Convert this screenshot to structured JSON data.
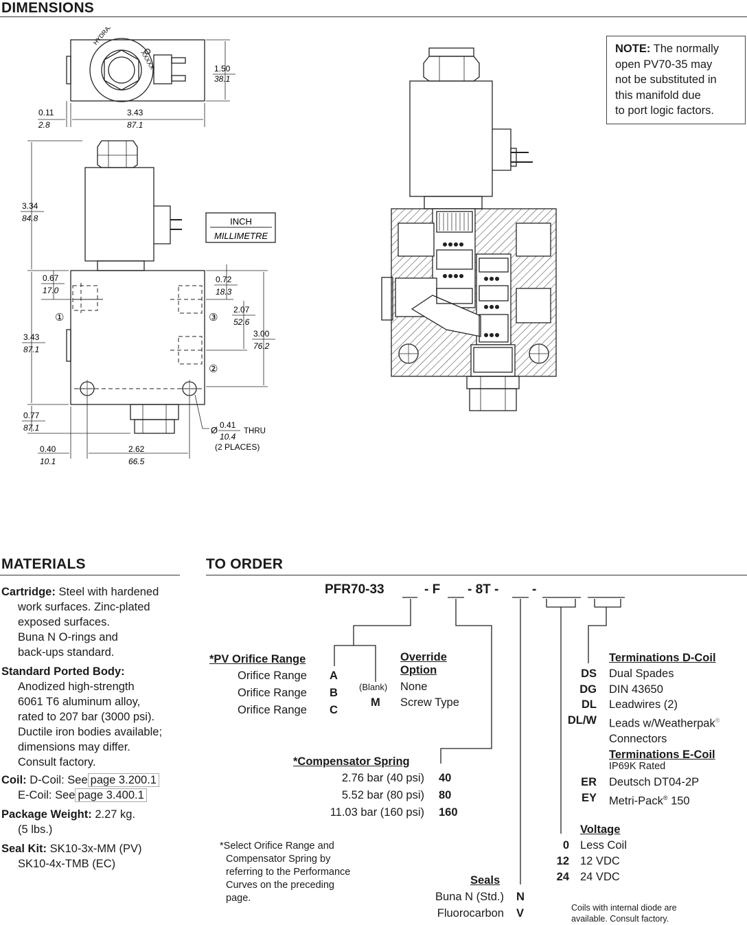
{
  "dimensions_heading": "DIMENSIONS",
  "note": {
    "label": "NOTE:",
    "text_lines": [
      "The normally",
      "open PV70-35 may",
      "not be substituted in",
      "this manifold due",
      "to port logic factors."
    ]
  },
  "drawing": {
    "brand": "HYDRAFORCE",
    "marking": "XXXXX",
    "unit_inch": "INCH",
    "unit_mm": "MILLIMETRE",
    "dims": {
      "top_height": [
        "1.50",
        "38.1"
      ],
      "top_offset": [
        "0.11",
        "2.8"
      ],
      "top_width": [
        "3.43",
        "87.1"
      ],
      "coil_height": [
        "3.34",
        "84.8"
      ],
      "port1_y": [
        "0.67",
        "17.0"
      ],
      "port3_y": [
        "0.72",
        "18.3"
      ],
      "port3_to_2": [
        "2.07",
        "52.6"
      ],
      "port_span": [
        "3.00",
        "76.2"
      ],
      "body_height": [
        "3.43",
        "87.1"
      ],
      "nut_height": [
        "0.77",
        "87.1"
      ],
      "hole_offset": [
        "0.40",
        "10.1"
      ],
      "hole_span": [
        "2.62",
        "66.5"
      ],
      "hole_dia": [
        "0.41",
        "10.4"
      ],
      "hole_prefix": "Ø",
      "thru": "THRU",
      "places": "(2 PLACES)"
    },
    "ports": [
      "①",
      "③",
      "②"
    ]
  },
  "materials": {
    "heading": "MATERIALS",
    "cartridge_label": "Cartridge:",
    "cartridge_lines": [
      "Steel with hardened",
      "work surfaces. Zinc-plated",
      "exposed surfaces.",
      "Buna N O-rings and",
      "back-ups standard."
    ],
    "body_label": "Standard Ported Body:",
    "body_lines": [
      "Anodized high-strength",
      "6061 T6 aluminum alloy,",
      "rated to 207 bar (3000 psi).",
      "Ductile iron bodies available;",
      "dimensions may differ.",
      "Consult factory."
    ],
    "coil_label": "Coil:",
    "coil_d_text": "D-Coil: See",
    "coil_d_link": "page 3.200.1",
    "coil_e_text": "E-Coil: See",
    "coil_e_link": "page 3.400.1",
    "weight_label": "Package Weight:",
    "weight_lines": [
      "2.27 kg.",
      "(5 lbs.)"
    ],
    "seal_label": "Seal Kit:",
    "seal_lines": [
      "SK10-3x-MM  (PV)",
      "SK10-4x-TMB  (EC)"
    ]
  },
  "order": {
    "heading": "TO ORDER",
    "model_prefix": "PFR70-33",
    "model_f": "- F",
    "model_8t": "- 8T -",
    "model_dash": "-",
    "orifice": {
      "title": "*PV Orifice Range",
      "items": [
        {
          "label": "Orifice Range",
          "code": "A"
        },
        {
          "label": "Orifice Range",
          "code": "B"
        },
        {
          "label": "Orifice Range",
          "code": "C"
        }
      ]
    },
    "override": {
      "title_lines": [
        "Override",
        "Option"
      ],
      "items": [
        {
          "code": "(Blank)",
          "label": "None"
        },
        {
          "code": "M",
          "label": "Screw Type"
        }
      ]
    },
    "compensator": {
      "title": "*Compensator Spring",
      "items": [
        {
          "label": "2.76 bar (40 psi)",
          "code": "40"
        },
        {
          "label": "5.52 bar (80 psi)",
          "code": "80"
        },
        {
          "label": "11.03 bar (160 psi)",
          "code": "160"
        }
      ]
    },
    "footnote_lines": [
      "*Select Orifice Range and",
      "Compensator Spring by",
      "referring to the Performance",
      "Curves on the preceding",
      "page."
    ],
    "seals": {
      "title": "Seals",
      "items": [
        {
          "label": "Buna N (Std.)",
          "code": "N"
        },
        {
          "label": "Fluorocarbon",
          "code": "V"
        }
      ]
    },
    "term_d": {
      "title": "Terminations D-Coil",
      "items": [
        {
          "code": "DS",
          "label": "Dual Spades"
        },
        {
          "code": "DG",
          "label": "DIN 43650"
        },
        {
          "code": "DL",
          "label": "Leadwires (2)"
        },
        {
          "code": "DL/W",
          "label": "Leads w/Weatherpak",
          "sup": "®",
          "label2": "Connectors"
        }
      ]
    },
    "term_e": {
      "title": "Terminations E-Coil",
      "subtitle": "IP69K Rated",
      "items": [
        {
          "code": "ER",
          "label": "Deutsch DT04-2P"
        },
        {
          "code": "EY",
          "label": "Metri-Pack",
          "sup": "®",
          "label_after": " 150"
        }
      ]
    },
    "voltage": {
      "title": "Voltage",
      "items": [
        {
          "code": "0",
          "label": "Less Coil"
        },
        {
          "code": "12",
          "label": "12 VDC"
        },
        {
          "code": "24",
          "label": "24 VDC"
        }
      ]
    },
    "diode_note_lines": [
      "Coils with internal diode are",
      "available. Consult factory."
    ]
  }
}
